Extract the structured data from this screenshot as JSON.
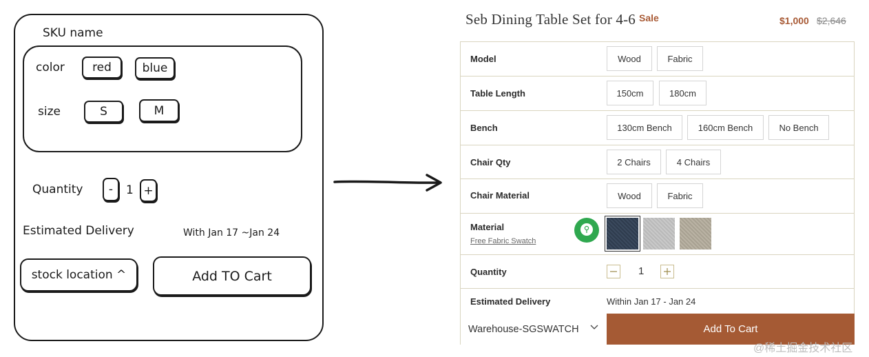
{
  "wireframe": {
    "sku_name": "SKU name",
    "color_label": "color",
    "color_options": [
      "red",
      "blue"
    ],
    "size_label": "size",
    "size_options": [
      "S",
      "M"
    ],
    "quantity_label": "Quantity",
    "quantity_minus": "-",
    "quantity_value": "1",
    "quantity_plus": "+",
    "delivery_label": "Estimated Delivery",
    "delivery_value": "With Jan 17 ~Jan 24",
    "stock_location": "stock location ^",
    "add_to_cart": "Add TO Cart"
  },
  "product": {
    "title": "Seb Dining Table Set for 4-6",
    "sale_badge": "Sale",
    "price": "$1,000",
    "original_price": "$2,646",
    "rows": {
      "model": {
        "label": "Model",
        "options": [
          "Wood",
          "Fabric"
        ]
      },
      "table_length": {
        "label": "Table Length",
        "options": [
          "150cm",
          "180cm"
        ]
      },
      "bench": {
        "label": "Bench",
        "options": [
          "130cm Bench",
          "160cm Bench",
          "No Bench"
        ]
      },
      "chair_qty": {
        "label": "Chair Qty",
        "options": [
          "2 Chairs",
          "4 Chairs"
        ]
      },
      "chair_material": {
        "label": "Chair Material",
        "options": [
          "Wood",
          "Fabric"
        ]
      },
      "material": {
        "label": "Material",
        "swatch_link": "Free Fabric Swatch"
      },
      "quantity": {
        "label": "Quantity",
        "value": "1"
      },
      "delivery": {
        "label": "Estimated Delivery",
        "value": "Within Jan 17 - Jan 24"
      }
    },
    "warehouse": "Warehouse-SGSWATCH",
    "add_to_cart": "Add To Cart"
  },
  "watermark": "@稀土掘金技术社区",
  "colors": {
    "accent": "#a55a34",
    "price": "#a85a35",
    "border": "#d9d4bf",
    "chat_bubble": "#2fa84f"
  },
  "icons": [
    "arrow-right-icon",
    "chevron-down-icon",
    "minus-icon",
    "plus-icon",
    "chat-bubble-icon"
  ]
}
